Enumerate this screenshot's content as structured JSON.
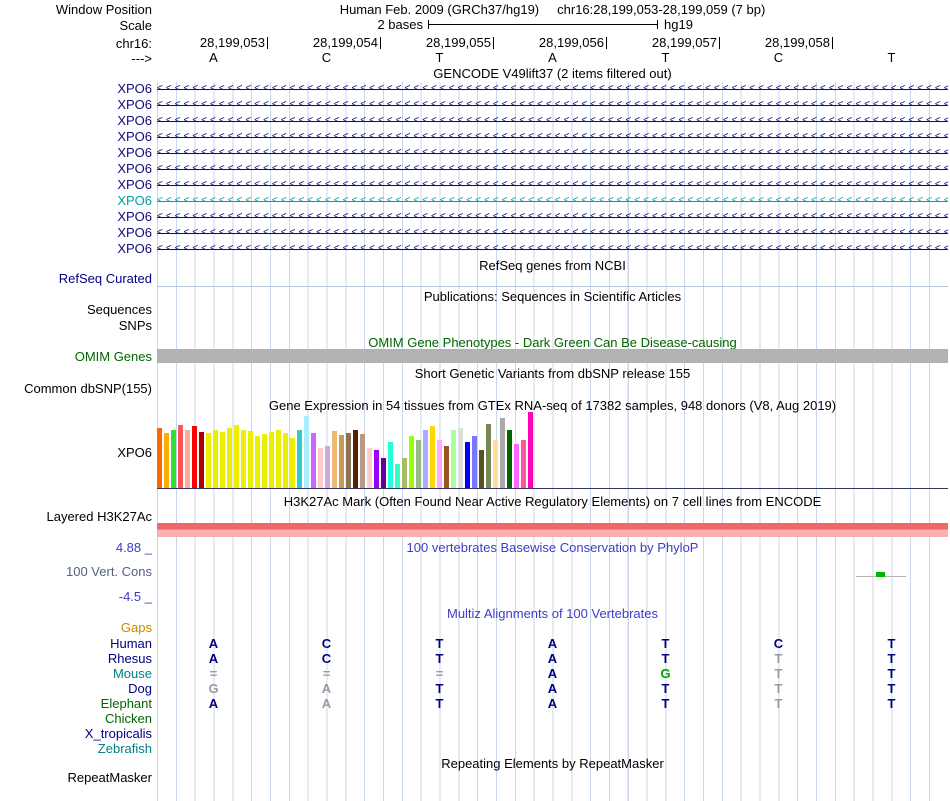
{
  "header": {
    "window_position_label": "Window Position",
    "assembly_title": "Human Feb. 2009 (GRCh37/hg19)",
    "position": "chr16:28,199,053-28,199,059 (7 bp)",
    "scale_label": "Scale",
    "scale_value": "2 bases",
    "assembly_short": "hg19",
    "chrom_label": "chr16:",
    "strand_label": "--->",
    "coordinates": [
      "28,199,053",
      "28,199,054",
      "28,199,055",
      "28,199,056",
      "28,199,057",
      "28,199,058"
    ],
    "bases": [
      "A",
      "C",
      "T",
      "A",
      "T",
      "C",
      "T"
    ]
  },
  "tracks": {
    "gencode": {
      "title": "GENCODE V49lift37 (2 items filtered out)",
      "genes": [
        {
          "name": "XPO6",
          "color": "#0c0c78"
        },
        {
          "name": "XPO6",
          "color": "#0c0c78"
        },
        {
          "name": "XPO6",
          "color": "#0c0c78"
        },
        {
          "name": "XPO6",
          "color": "#0c0c78"
        },
        {
          "name": "XPO6",
          "color": "#0c0c78"
        },
        {
          "name": "XPO6",
          "color": "#0c0c78"
        },
        {
          "name": "XPO6",
          "color": "#0c0c78"
        },
        {
          "name": "XPO6",
          "color": "#00a0a0"
        },
        {
          "name": "XPO6",
          "color": "#0c0c78"
        },
        {
          "name": "XPO6",
          "color": "#0c0c78"
        },
        {
          "name": "XPO6",
          "color": "#0c0c78"
        }
      ]
    },
    "refseq": {
      "center_label": "RefSeq genes from NCBI",
      "left_label": "RefSeq Curated"
    },
    "publications": {
      "title": "Publications: Sequences in Scientific Articles",
      "left_label": "Sequences"
    },
    "snps_label": "SNPs",
    "omim": {
      "title": "OMIM Gene Phenotypes - Dark Green Can Be Disease-causing",
      "left_label": "OMIM Genes"
    },
    "dbsnp": {
      "title": "Short Genetic Variants from dbSNP release 155",
      "left_label": "Common dbSNP(155)"
    },
    "gtex": {
      "title": "Gene Expression in 54 tissues from GTEx RNA-seq of 17382 samples, 948 donors (V8, Aug 2019)",
      "left_label": "XPO6",
      "bar_heights": [
        60,
        55,
        58,
        63,
        58,
        62,
        56,
        55,
        58,
        56,
        60,
        63,
        58,
        57,
        52,
        54,
        56,
        58,
        55,
        50,
        58,
        72,
        55,
        40,
        42,
        57,
        53,
        55,
        58,
        54,
        40,
        38,
        30,
        46,
        24,
        30,
        52,
        48,
        58,
        62,
        48,
        42,
        58,
        60,
        46,
        52,
        38,
        64,
        48,
        70,
        58,
        44,
        48,
        76
      ],
      "bar_colors": [
        "#FF6600",
        "#FFAA00",
        "#33DD33",
        "#FF5555",
        "#FFAA99",
        "#FF0000",
        "#AA0000",
        "#EEEE00",
        "#EEEE00",
        "#EEEE00",
        "#EEEE00",
        "#EEEE00",
        "#EEEE00",
        "#EEEE00",
        "#EEEE00",
        "#EEEE00",
        "#EEEE00",
        "#EEEE00",
        "#EEEE00",
        "#EEEE00",
        "#33CCCC",
        "#AAEEFF",
        "#CC66FF",
        "#FFCCCC",
        "#CCAADD",
        "#EEBB77",
        "#CC9955",
        "#8B7355",
        "#552200",
        "#BB9988",
        "#FFCCCC",
        "#9900FF",
        "#660099",
        "#22FFDD",
        "#33FFC2",
        "#AABB66",
        "#99FF00",
        "#99BB88",
        "#AAAAFF",
        "#FFD700",
        "#FFAAFF",
        "#995522",
        "#AAFF99",
        "#DDDDDD",
        "#0000FF",
        "#7777FF",
        "#555522",
        "#778855",
        "#FFDD99",
        "#AAAAAA",
        "#006600",
        "#FF66FF",
        "#FF5599",
        "#FF00BB"
      ]
    },
    "h3k27ac": {
      "title": "H3K27Ac Mark (Often Found Near Active Regulatory Elements) on 7 cell lines from ENCODE",
      "left_label": "Layered H3K27Ac"
    },
    "phylop": {
      "title": "100 vertebrates Basewise Conservation by PhyloP",
      "left_label": "100 Vert. Cons",
      "max_label": "4.88 _",
      "min_label": "-4.5 _"
    },
    "multiz": {
      "title": "Multiz Alignments of 100 Vertebrates",
      "gaps_label": "Gaps",
      "rows": [
        {
          "species": "Human",
          "color": "#000080",
          "cells": [
            [
              "A",
              "b"
            ],
            [
              "C",
              "b"
            ],
            [
              "T",
              "b"
            ],
            [
              "A",
              "b"
            ],
            [
              "T",
              "b"
            ],
            [
              "C",
              "b"
            ],
            [
              "T",
              "b"
            ]
          ]
        },
        {
          "species": "Rhesus",
          "color": "#000080",
          "cells": [
            [
              "A",
              "b"
            ],
            [
              "C",
              "b"
            ],
            [
              "T",
              "b"
            ],
            [
              "A",
              "b"
            ],
            [
              "T",
              "b"
            ],
            [
              "T",
              "g"
            ],
            [
              "T",
              "b"
            ]
          ]
        },
        {
          "species": "Mouse",
          "color": "#008080",
          "cells": [
            [
              "=",
              "g"
            ],
            [
              "=",
              "g"
            ],
            [
              "=",
              "g"
            ],
            [
              "A",
              "b"
            ],
            [
              "G",
              "n"
            ],
            [
              "T",
              "g"
            ],
            [
              "T",
              "b"
            ]
          ]
        },
        {
          "species": "Dog",
          "color": "#000080",
          "cells": [
            [
              "G",
              "g"
            ],
            [
              "A",
              "g"
            ],
            [
              "T",
              "b"
            ],
            [
              "A",
              "b"
            ],
            [
              "T",
              "b"
            ],
            [
              "T",
              "g"
            ],
            [
              "T",
              "b"
            ]
          ]
        },
        {
          "species": "Elephant",
          "color": "#006400",
          "cells": [
            [
              "A",
              "b"
            ],
            [
              "A",
              "g"
            ],
            [
              "T",
              "b"
            ],
            [
              "A",
              "b"
            ],
            [
              "T",
              "b"
            ],
            [
              "T",
              "g"
            ],
            [
              "T",
              "b"
            ]
          ]
        },
        {
          "species": "Chicken",
          "color": "#006400",
          "cells": []
        },
        {
          "species": "X_tropicalis",
          "color": "#000080",
          "cells": []
        },
        {
          "species": "Zebrafish",
          "color": "#008080",
          "cells": []
        }
      ]
    },
    "repeatmasker": {
      "title": "Repeating Elements by RepeatMasker",
      "left_label": "RepeatMasker"
    }
  }
}
